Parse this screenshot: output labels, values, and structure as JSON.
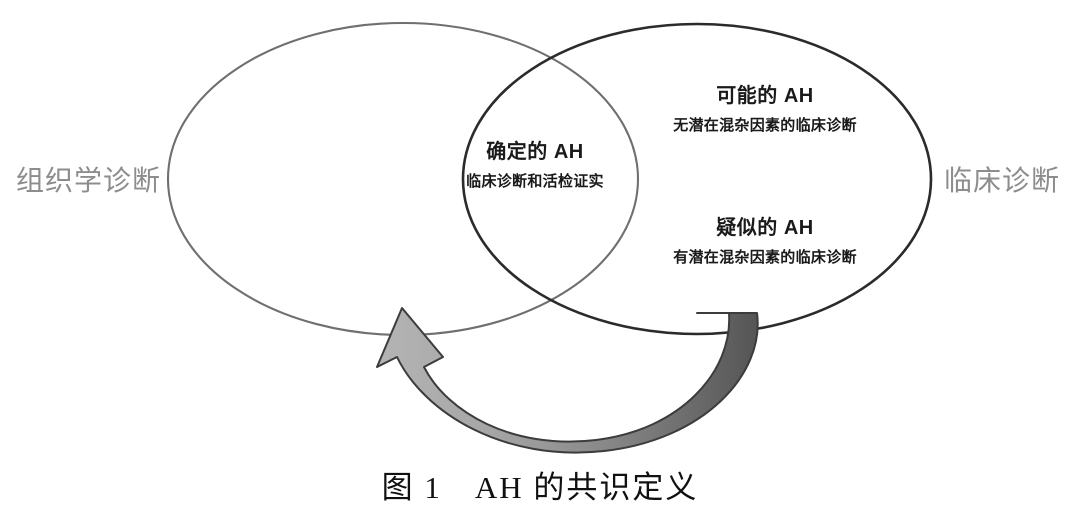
{
  "figure": {
    "caption": "图 1　AH 的共识定义",
    "colors": {
      "left_ellipse_stroke": "#6f6f6f",
      "right_ellipse_stroke": "#2b2b2b",
      "outer_label_text": "#8d8d8d",
      "region_text": "#1a1a1a",
      "arrow_dark": "#575757",
      "arrow_light": "#a8a8a8",
      "arrow_outline": "#3c3c3c",
      "background": "#ffffff"
    }
  },
  "venn": {
    "left_set": {
      "label": "组织学诊断",
      "icon": "ellipse-outline-icon"
    },
    "right_set": {
      "label": "临床诊断",
      "icon": "ellipse-outline-icon"
    },
    "regions": [
      {
        "id": "definite",
        "title": "确定的 AH",
        "subtitle": "临床诊断和活检证实",
        "placement": "intersection"
      },
      {
        "id": "probable",
        "title": "可能的 AH",
        "subtitle": "无潜在混杂因素的临床诊断",
        "placement": "right-only-upper"
      },
      {
        "id": "possible",
        "title": "疑似的 AH",
        "subtitle": "有潜在混杂因素的临床诊断",
        "placement": "right-only-lower"
      }
    ]
  },
  "arrow": {
    "icon": "curved-arrow-left-icon",
    "direction": "right-to-left",
    "label": ""
  }
}
